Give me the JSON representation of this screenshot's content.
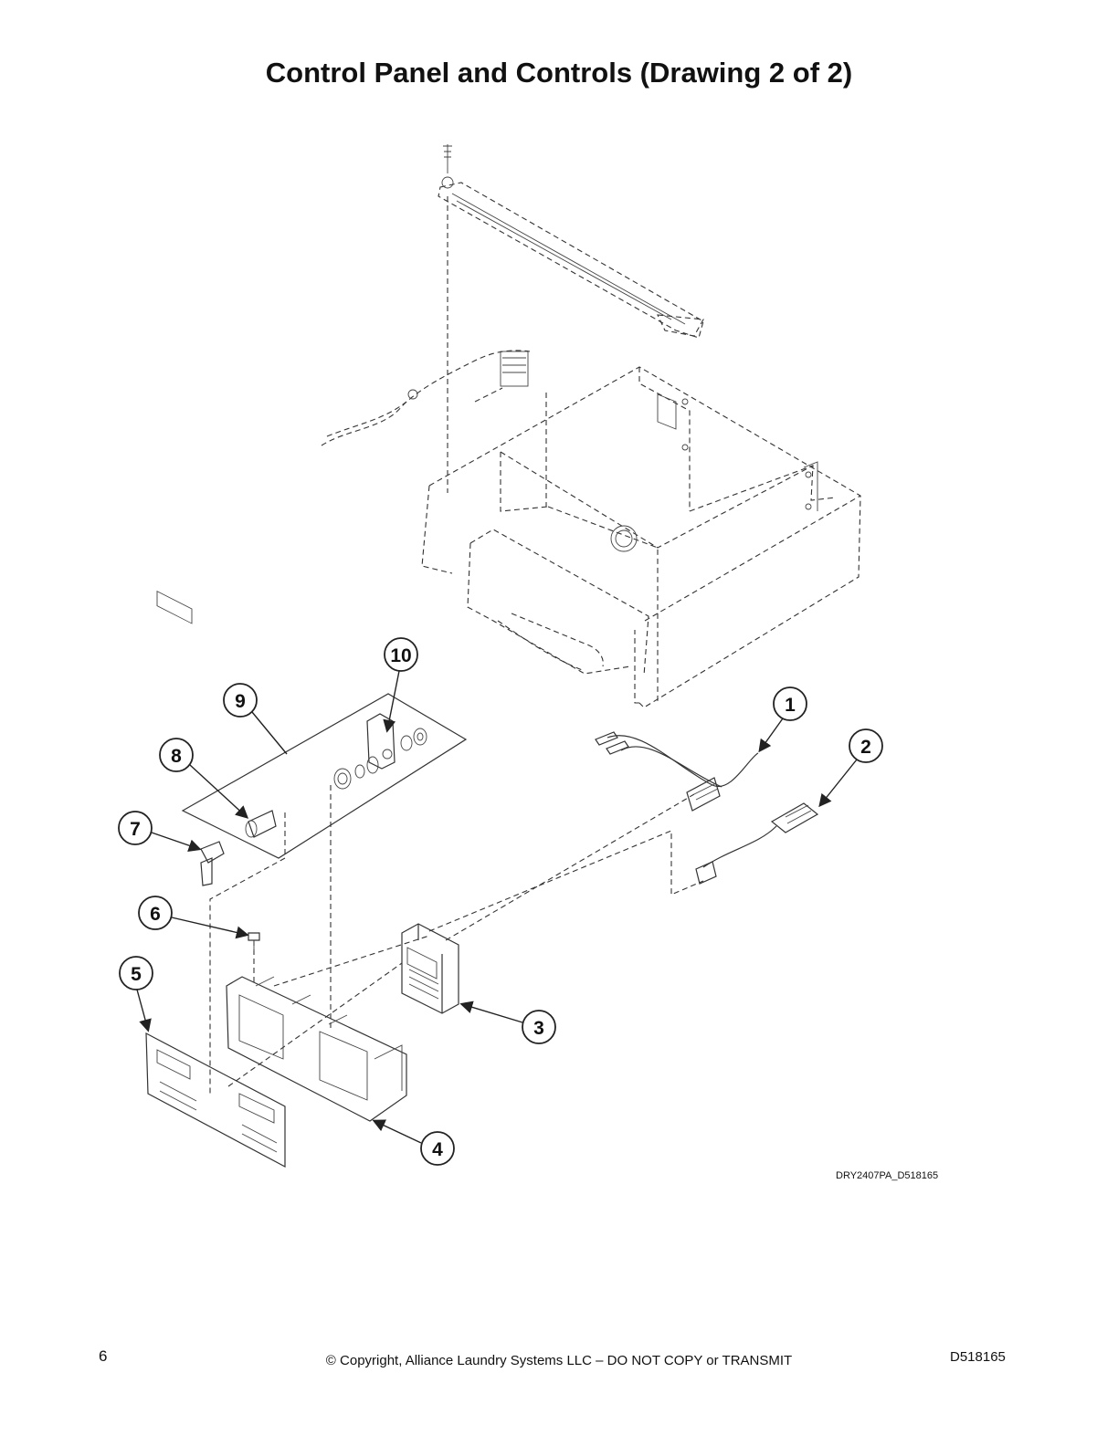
{
  "header": {
    "title": "Control Panel and Controls (Drawing 2 of 2)"
  },
  "drawing": {
    "id": "DRY2407PA_D518165",
    "callouts": [
      "1",
      "2",
      "3",
      "4",
      "5",
      "6",
      "7",
      "8",
      "9",
      "10"
    ]
  },
  "footer": {
    "page_number": "6",
    "copyright": "© Copyright, Alliance Laundry Systems LLC – DO NOT COPY or TRANSMIT",
    "doc_number": "D518165"
  }
}
